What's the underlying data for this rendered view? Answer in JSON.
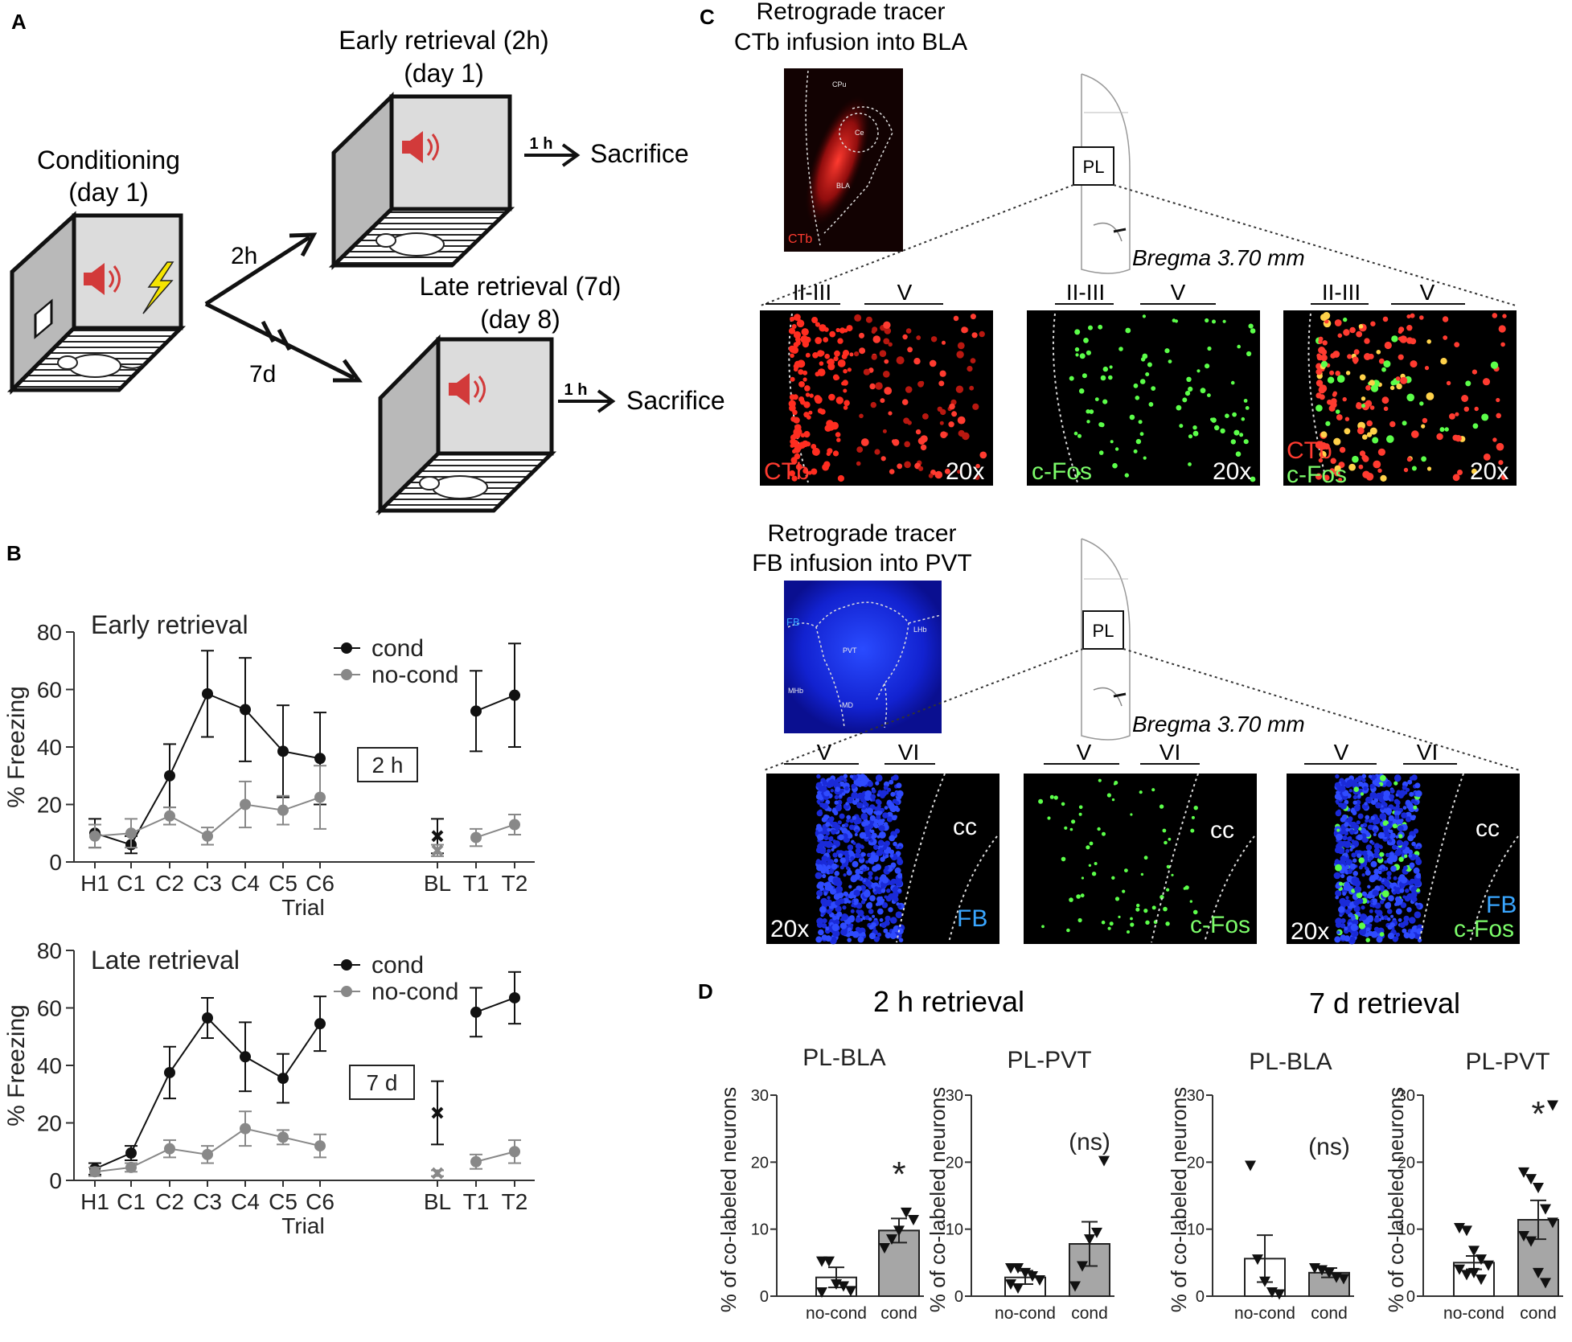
{
  "panels": {
    "a": "A",
    "b": "B",
    "c": "C",
    "d": "D"
  },
  "panel_a": {
    "conditioning_l1": "Conditioning",
    "conditioning_l2": "(day 1)",
    "early_l1": "Early retrieval (2h)",
    "early_l2": "(day 1)",
    "late_l1": "Late retrieval (7d)",
    "late_l2": "(day 8)",
    "arrow_2h": "2h",
    "arrow_7d": "7d",
    "one_h": "1 h",
    "sacrifice": "Sacrifice"
  },
  "panel_c": {
    "top_title_l1": "Retrograde tracer",
    "top_title_l2": "CTb infusion into BLA",
    "bottom_title_l1": "Retrograde tracer",
    "bottom_title_l2": "FB infusion into PVT",
    "pl": "PL",
    "bregma": "Bregma 3.70 mm",
    "layer_23": "II-III",
    "layer_5": "V",
    "layer_6": "VI",
    "mag": "20x",
    "ctb": "CTb",
    "cfos": "c-Fos",
    "fb": "FB",
    "cc": "cc",
    "region_cpu": "CPu",
    "region_ce": "Ce",
    "region_bla": "BLA",
    "region_lhb": "LHb",
    "region_pvt": "PVT",
    "region_mhb": "MHb",
    "region_md": "MD",
    "region_fb": "FB"
  },
  "colors": {
    "cond": "#111111",
    "nocond": "#888888",
    "bar_cond": "#a6a6a6",
    "ctb": "#ff3b30",
    "cfos": "#7CFC6A",
    "fb": "#39a6ff",
    "speaker": "#d23a3a",
    "bolt": "#f5e400"
  },
  "chart_data": [
    {
      "type": "line",
      "title": "Early retrieval",
      "box_label": "2 h",
      "xlabel": "Trial",
      "ylabel": "% Freezing",
      "ylim": [
        0,
        80
      ],
      "yticks": [
        "0",
        "20",
        "40",
        "60",
        "80"
      ],
      "categories": [
        "H1",
        "C1",
        "C2",
        "C3",
        "C4",
        "C5",
        "C6",
        "BL",
        "T1",
        "T2"
      ],
      "series": [
        {
          "name": "cond",
          "values": [
            10,
            6,
            30,
            58.5,
            53,
            38.5,
            36,
            9,
            52.5,
            58
          ],
          "errors": [
            5,
            3,
            11,
            15,
            18,
            16,
            16,
            6,
            14,
            18
          ]
        },
        {
          "name": "no-cond",
          "values": [
            9,
            10,
            16,
            9,
            20,
            18,
            22.5,
            4,
            8.5,
            13
          ],
          "errors": [
            4,
            5,
            3,
            3,
            8,
            5,
            11,
            2,
            3,
            3.5
          ]
        }
      ]
    },
    {
      "type": "line",
      "title": "Late retrieval",
      "box_label": "7 d",
      "xlabel": "Trial",
      "ylabel": "% Freezing",
      "ylim": [
        0,
        80
      ],
      "yticks": [
        "0",
        "20",
        "40",
        "60",
        "80"
      ],
      "categories": [
        "H1",
        "C1",
        "C2",
        "C3",
        "C4",
        "C5",
        "C6",
        "BL",
        "T1",
        "T2"
      ],
      "series": [
        {
          "name": "cond",
          "values": [
            4,
            9.5,
            37.5,
            56.5,
            43,
            35.5,
            54.5,
            23.5,
            58.5,
            63.5
          ],
          "errors": [
            2,
            2.5,
            9,
            7,
            12,
            8.5,
            9.5,
            11,
            8.5,
            9
          ]
        },
        {
          "name": "no-cond",
          "values": [
            3,
            4.5,
            11,
            9,
            18,
            15,
            12,
            2.5,
            6.5,
            10
          ],
          "errors": [
            1.5,
            1.5,
            3,
            3,
            6,
            2.5,
            4,
            1,
            2.5,
            4
          ]
        }
      ]
    },
    {
      "type": "bar",
      "group_title": "2 h retrieval",
      "title": "PL-BLA",
      "ylabel": "% of co-labeled neurons",
      "ylim": [
        0,
        30
      ],
      "yticks": [
        "0",
        "10",
        "20",
        "30"
      ],
      "categories": [
        "no-cond",
        "cond"
      ],
      "values": [
        2.8,
        9.8
      ],
      "errors": [
        1.5,
        1.8
      ],
      "points": [
        [
          5.2,
          5.2,
          1.8,
          1.5,
          0.8,
          0.6
        ],
        [
          7.2,
          8.5,
          9.8,
          12.5,
          11.4
        ]
      ],
      "annotation": "*"
    },
    {
      "type": "bar",
      "title": "PL-PVT",
      "ylabel": "% of co-labeled neurons",
      "ylim": [
        0,
        30
      ],
      "yticks": [
        "0",
        "10",
        "20",
        "30"
      ],
      "categories": [
        "no-cond",
        "cond"
      ],
      "values": [
        2.8,
        7.8
      ],
      "errors": [
        1.0,
        3.3
      ],
      "points": [
        [
          4.2,
          4.2,
          3.5,
          3.0,
          2.4,
          1.8,
          1.2
        ],
        [
          1.5,
          4.5,
          8.5,
          9.5,
          20.2
        ]
      ],
      "annotation": "(ns)"
    },
    {
      "type": "bar",
      "group_title": "7 d retrieval",
      "title": "PL-BLA",
      "ylabel": "% of co-labeled neurons",
      "ylim": [
        0,
        30
      ],
      "yticks": [
        "0",
        "10",
        "20",
        "30"
      ],
      "categories": [
        "no-cond",
        "cond"
      ],
      "values": [
        5.6,
        3.5
      ],
      "errors": [
        3.5,
        0.7
      ],
      "points": [
        [
          19.5,
          5.5,
          2.2,
          0.6,
          0.3
        ],
        [
          4.2,
          3.9,
          3.5,
          2.8,
          2.6
        ]
      ],
      "annotation": "(ns)"
    },
    {
      "type": "bar",
      "title": "PL-PVT",
      "ylabel": "% of co-labeled neurons",
      "ylim": [
        0,
        30
      ],
      "yticks": [
        "0",
        "10",
        "20",
        "30"
      ],
      "categories": [
        "no-cond",
        "cond"
      ],
      "values": [
        5.0,
        11.4
      ],
      "errors": [
        1.0,
        2.9
      ],
      "points": [
        [
          10.2,
          9.8,
          6.8,
          5.5,
          4.6,
          4.0,
          3.2,
          3.5,
          2.5
        ],
        [
          18.5,
          17.5,
          16.2,
          13.0,
          11.0,
          9.0,
          8.2,
          3.5,
          2.0,
          28.5
        ]
      ],
      "annotation": "*"
    }
  ]
}
